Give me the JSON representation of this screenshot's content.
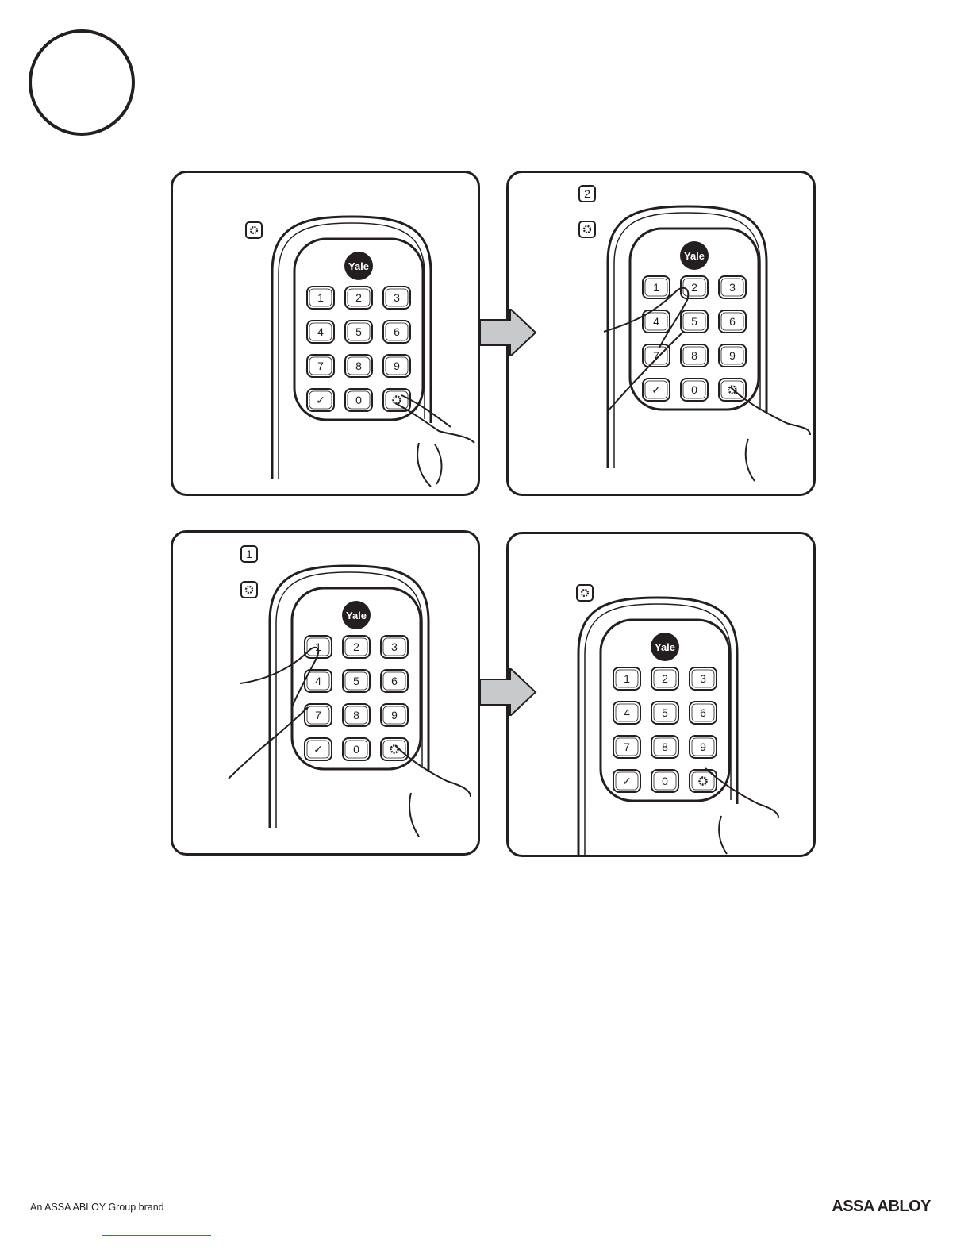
{
  "document": {
    "brand_logo_text": "Yale",
    "footer": {
      "tagline": "An ASSA ABLOY Group brand",
      "company_logo": "ASSA ABLOY"
    }
  },
  "keypad": {
    "keys": [
      "1",
      "2",
      "3",
      "4",
      "5",
      "6",
      "7",
      "8",
      "9",
      "✓",
      "0",
      "gear"
    ]
  },
  "panels": [
    {
      "name": "press-gear",
      "indicators": [
        "gear-icon"
      ]
    },
    {
      "name": "press-2-then-gear",
      "indicators": [
        "2",
        "gear-icon"
      ]
    },
    {
      "name": "press-1-then-gear",
      "indicators": [
        "1",
        "gear-icon"
      ]
    },
    {
      "name": "press-gear-final",
      "indicators": [
        "gear-icon"
      ]
    }
  ],
  "colors": {
    "ink": "#231f20",
    "arrow_fill": "#c8c9cb",
    "logo_bg": "#231f20"
  }
}
